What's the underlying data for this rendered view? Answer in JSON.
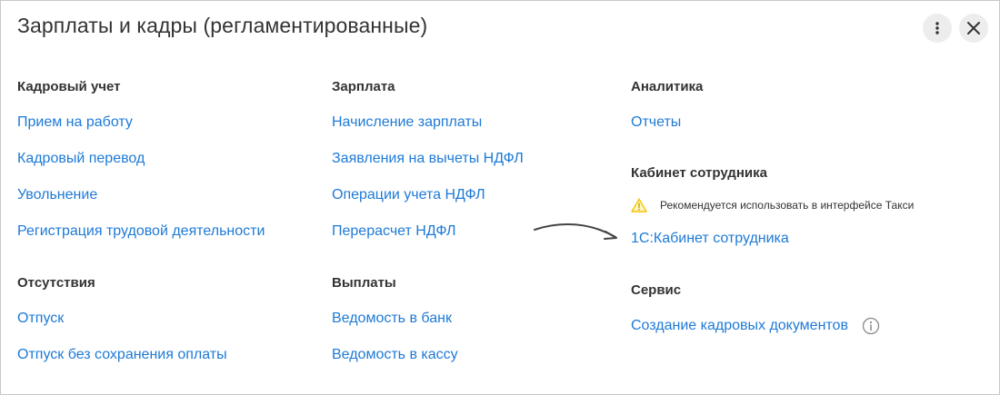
{
  "header": {
    "title": "Зарплаты и кадры (регламентированные)",
    "more_icon": "more-vertical-icon",
    "close_icon": "close-icon"
  },
  "columns": [
    {
      "sections": [
        {
          "title": "Кадровый учет",
          "links": [
            "Прием на работу",
            "Кадровый перевод",
            "Увольнение",
            "Регистрация трудовой деятельности"
          ]
        },
        {
          "title": "Отсутствия",
          "links": [
            "Отпуск",
            "Отпуск без сохранения оплаты"
          ]
        }
      ]
    },
    {
      "sections": [
        {
          "title": "Зарплата",
          "links": [
            "Начисление зарплаты",
            "Заявления на вычеты НДФЛ",
            "Операции учета НДФЛ",
            "Перерасчет НДФЛ"
          ]
        },
        {
          "title": "Выплаты",
          "links": [
            "Ведомость в банк",
            "Ведомость в кассу"
          ]
        }
      ]
    },
    {
      "sections": [
        {
          "title": "Аналитика",
          "links": [
            "Отчеты"
          ]
        },
        {
          "title": "Кабинет сотрудника",
          "warning": "Рекомендуется использовать в интерфейсе Такси",
          "links": [
            "1С:Кабинет сотрудника"
          ]
        },
        {
          "title": "Сервис",
          "links": [
            "Создание кадровых документов"
          ]
        }
      ]
    }
  ],
  "colors": {
    "link": "#1e7ad6",
    "text": "#333333",
    "warning": "#f5c400"
  }
}
